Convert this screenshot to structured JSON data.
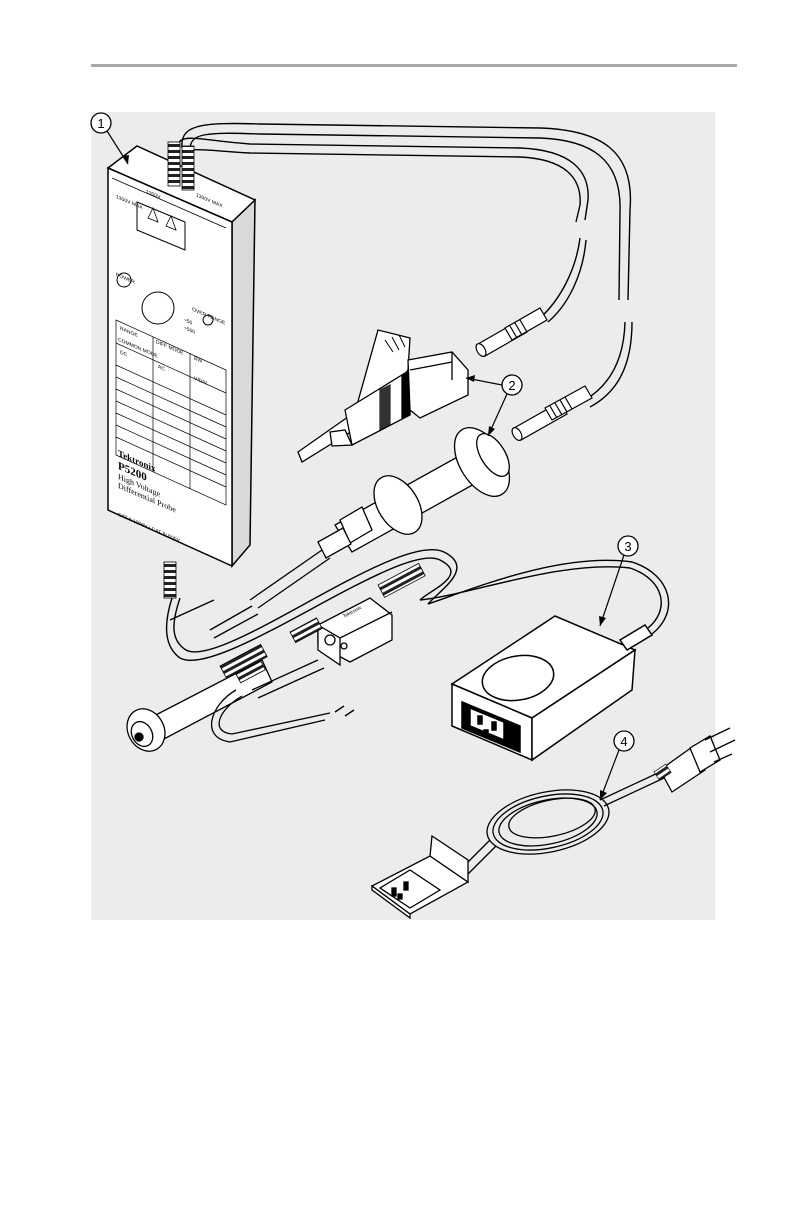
{
  "callouts": [
    {
      "id": "callout-1",
      "label": "1"
    },
    {
      "id": "callout-2",
      "label": "2"
    },
    {
      "id": "callout-3",
      "label": "3"
    },
    {
      "id": "callout-4",
      "label": "4"
    }
  ],
  "probe_label": {
    "brand": "Tektronix",
    "model": "P5200",
    "line1": "High Voltage",
    "line2": "Differential Probe",
    "footer": "CAT II 1000V / CAT III 600V",
    "top_left": "1300V MAX",
    "top_mid": "1300V",
    "top_right": "1300V MAX",
    "power": "POWER",
    "overrange": "OVER RANGE",
    "range_1": "÷50",
    "range_2": "÷500",
    "table_header_1": "RANGE",
    "table_header_2": "COMMON MODE",
    "table_header_3": "DIFF MODE",
    "table_col_ac": "AC",
    "table_col_dc": "DC",
    "table_col_bw": "BW",
    "table_col_v": "V/DIV"
  },
  "adapter_label": "Tektronix",
  "colors": {
    "panel": "#ececec",
    "rule": "#a9a9a9",
    "line": "#000000",
    "fill": "#ffffff",
    "shade": "#555555"
  }
}
